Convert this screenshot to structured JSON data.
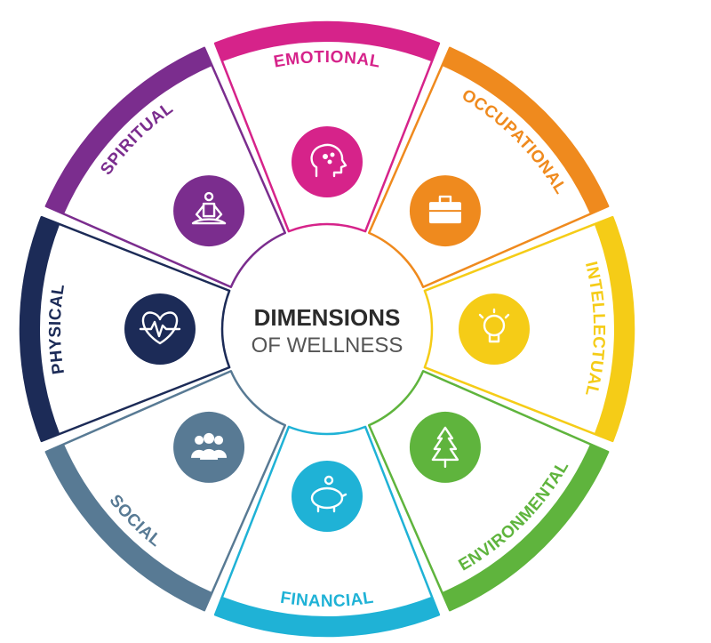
{
  "center": {
    "title": "DIMENSIONS",
    "subtitle": "OF WELLNESS"
  },
  "dimensions": [
    {
      "label": "EMOTIONAL",
      "color": "#d6238a",
      "icon": "brain-head-icon"
    },
    {
      "label": "OCCUPATIONAL",
      "color": "#ef8a1e",
      "icon": "briefcase-icon"
    },
    {
      "label": "INTELLECTUAL",
      "color": "#f5cc17",
      "icon": "lightbulb-icon"
    },
    {
      "label": "ENVIRONMENTAL",
      "color": "#5fb43d",
      "icon": "tree-icon"
    },
    {
      "label": "FINANCIAL",
      "color": "#1fb2d6",
      "icon": "piggy-bank-icon"
    },
    {
      "label": "SOCIAL",
      "color": "#587a94",
      "icon": "people-group-icon"
    },
    {
      "label": "PHYSICAL",
      "color": "#1c2b57",
      "icon": "heart-pulse-icon"
    },
    {
      "label": "SPIRITUAL",
      "color": "#7b2d8e",
      "icon": "meditation-icon"
    }
  ]
}
